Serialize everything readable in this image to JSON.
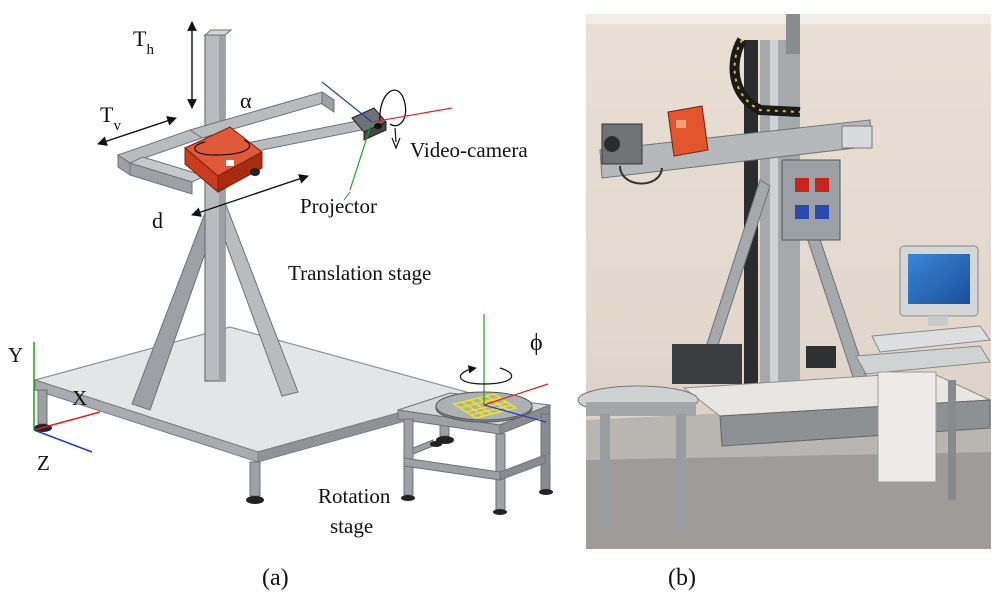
{
  "panel_a": {
    "caption": "(a)",
    "labels": {
      "th_main": "T",
      "th_sub": "h",
      "tv_main": "T",
      "tv_sub": "v",
      "alpha": "α",
      "d": "d",
      "video_camera": "Video-camera",
      "projector": "Projector",
      "translation_stage": "Translation stage",
      "phi": "ϕ",
      "rotation_line1": "Rotation",
      "rotation_line2": "stage",
      "axis_y": "Y",
      "axis_x": "X",
      "axis_z": "Z"
    },
    "colors": {
      "metal_light": "#b9bcbf",
      "metal_mid": "#9da1a5",
      "metal_dark": "#6e7276",
      "platform": "#e4e5e7",
      "projector": "#cc3c1e",
      "axis_red": "#e02020",
      "axis_green": "#20a020",
      "axis_blue": "#2040c0",
      "grid_yellow": "#f2e41a"
    }
  },
  "panel_b": {
    "caption": "(b)"
  }
}
